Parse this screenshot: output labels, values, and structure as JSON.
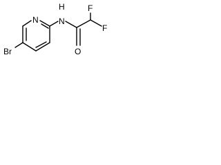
{
  "molecule": {
    "atoms": {
      "bromine": "Br",
      "ring_nitrogen": "N",
      "amide_nitrogen": "N",
      "amide_hydrogen": "H",
      "carbonyl_oxygen": "O",
      "fluorine_left": "F",
      "fluorine_right": "F"
    }
  }
}
